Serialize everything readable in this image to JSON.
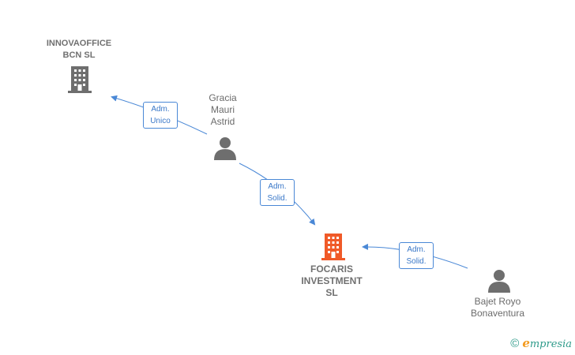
{
  "nodes": {
    "innovaoffice": {
      "label": "INNOVAOFFICE\nBCN  SL",
      "type": "company"
    },
    "focaris": {
      "label": "FOCARIS\nINVESTMENT\nSL",
      "type": "company-main"
    },
    "gracia": {
      "label": "Gracia\nMauri\nAstrid",
      "type": "person"
    },
    "bajet": {
      "label": "Bajet Royo\nBonaventura",
      "type": "person"
    }
  },
  "edges": [
    {
      "from": "gracia",
      "to": "innovaoffice",
      "label": "Adm.\nUnico"
    },
    {
      "from": "gracia",
      "to": "focaris",
      "label": "Adm.\nSolid."
    },
    {
      "from": "bajet",
      "to": "focaris",
      "label": "Adm.\nSolid."
    }
  ],
  "colors": {
    "edge": "#4a88d6",
    "company": "#6e6e6e",
    "main_company": "#f05a28",
    "person": "#6e6e6e"
  },
  "footer": {
    "copyright": "©",
    "brand_first": "e",
    "brand_rest": "mpresia"
  }
}
